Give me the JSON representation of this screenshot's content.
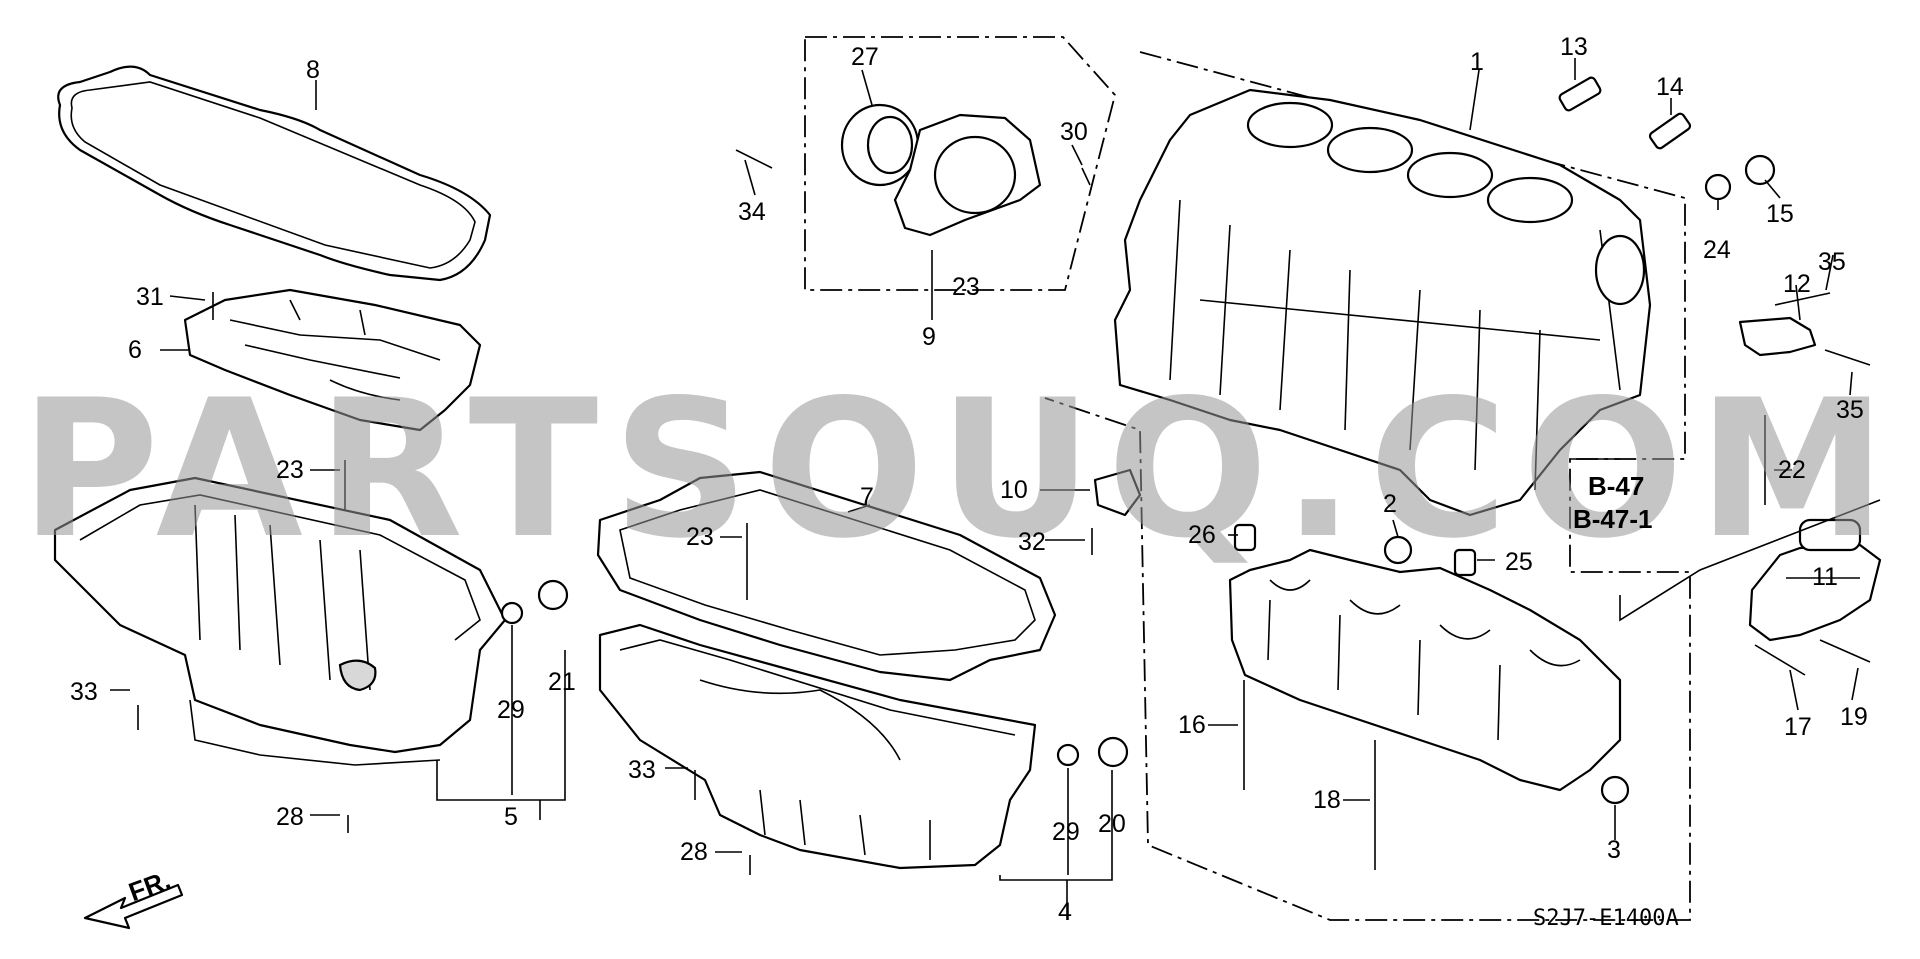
{
  "diagram": {
    "watermark": "PARTSOUQ.COM",
    "figure_code": "S2J7-E1400A",
    "front_marker": "FR.",
    "refs": {
      "b47": "B-47",
      "b47_1": "B-47-1"
    },
    "callouts": {
      "c1": "1",
      "c2": "2",
      "c3": "3",
      "c4": "4",
      "c5": "5",
      "c6": "6",
      "c7": "7",
      "c8": "8",
      "c9": "9",
      "c10": "10",
      "c11": "11",
      "c12": "12",
      "c13": "13",
      "c14": "14",
      "c15": "15",
      "c16": "16",
      "c17": "17",
      "c18": "18",
      "c19": "19",
      "c20": "20",
      "c21": "21",
      "c22": "22",
      "c23a": "23",
      "c23b": "23",
      "c23c": "23",
      "c24": "24",
      "c25": "25",
      "c26": "26",
      "c27": "27",
      "c28a": "28",
      "c28b": "28",
      "c29a": "29",
      "c29b": "29",
      "c30": "30",
      "c31": "31",
      "c32": "32",
      "c33a": "33",
      "c33b": "33",
      "c34": "34",
      "c35a": "35",
      "c35b": "35"
    }
  }
}
